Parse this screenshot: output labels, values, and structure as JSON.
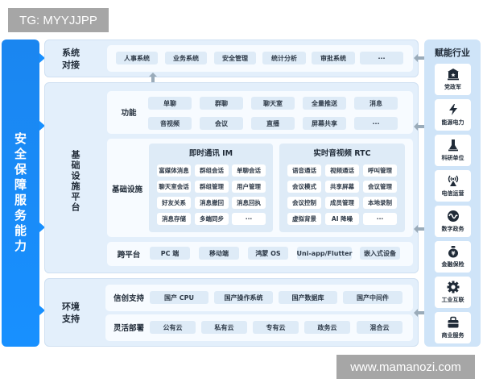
{
  "watermarks": {
    "top_left": "TG: MYYJJPP",
    "bottom_right": "www.mamanozi.com"
  },
  "security": {
    "label": "安全保障服务能力",
    "color": "#1890ff"
  },
  "system_integration": {
    "title_line1": "系统",
    "title_line2": "对接",
    "items": [
      "人事系统",
      "业务系统",
      "安全管理",
      "统计分析",
      "审批系统",
      "···"
    ]
  },
  "platform": {
    "title": "基础设施平台",
    "functions": {
      "label": "功能",
      "row1": [
        "单聊",
        "群聊",
        "聊天室",
        "全量推送",
        "消息"
      ],
      "row2": [
        "音视频",
        "会议",
        "直播",
        "屏幕共享",
        "···"
      ]
    },
    "infrastructure": {
      "label": "基础设施",
      "im": {
        "title": "即时通讯 IM",
        "items": [
          [
            "富媒体消息",
            "群组会话",
            "单聊会话"
          ],
          [
            "聊天室会话",
            "群组管理",
            "用户管理"
          ],
          [
            "好友关系",
            "消息撤回",
            "消息回执"
          ],
          [
            "消息存储",
            "多端同步",
            "···"
          ]
        ]
      },
      "rtc": {
        "title": "实时音视频 RTC",
        "items": [
          [
            "语音通话",
            "视频通话",
            "呼叫管理"
          ],
          [
            "会议模式",
            "共享屏幕",
            "会议管理"
          ],
          [
            "会议控制",
            "成员管理",
            "本地录制"
          ],
          [
            "虚拟背景",
            "AI 降噪",
            "···"
          ]
        ]
      }
    },
    "cross_platform": {
      "label": "跨平台",
      "items": [
        "PC 端",
        "移动端",
        "鸿蒙 OS",
        "Uni-app/Flutter",
        "嵌入式设备"
      ]
    }
  },
  "environment": {
    "title_line1": "环境",
    "title_line2": "支持",
    "xinchuang": {
      "label": "信创支持",
      "items": [
        "国产 CPU",
        "国产操作系统",
        "国产数据库",
        "国产中间件"
      ]
    },
    "deployment": {
      "label": "灵活部署",
      "items": [
        "公有云",
        "私有云",
        "专有云",
        "政务云",
        "混合云"
      ]
    }
  },
  "industries": {
    "title": "赋能行业",
    "items": [
      {
        "label": "党政军",
        "icon": "government-building-icon"
      },
      {
        "label": "能源电力",
        "icon": "lightning-icon"
      },
      {
        "label": "科研单位",
        "icon": "flask-icon"
      },
      {
        "label": "电信运营",
        "icon": "signal-tower-icon"
      },
      {
        "label": "数字政务",
        "icon": "wave-circle-icon"
      },
      {
        "label": "金融保险",
        "icon": "money-bag-icon"
      },
      {
        "label": "工业互联",
        "icon": "gear-icon"
      },
      {
        "label": "商业服务",
        "icon": "briefcase-icon"
      }
    ]
  },
  "colors": {
    "accent_blue": "#1890ff",
    "panel_bg": "#e3effb",
    "chip_bg": "#deebf7",
    "industry_bg": "#cfe4f8",
    "arrow_gray": "#9aabb9"
  }
}
